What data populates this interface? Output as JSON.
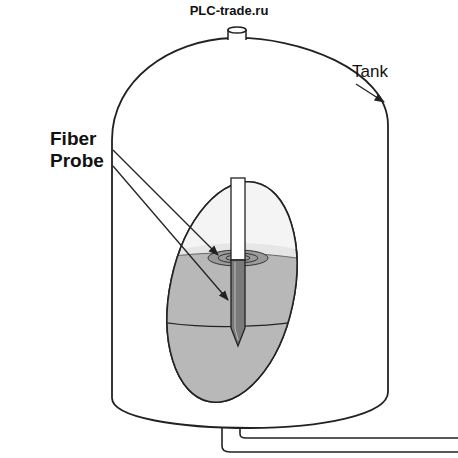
{
  "diagram": {
    "labels": [
      "PLC-trade.ru",
      "Fiber Probe",
      "Tank"
    ]
  }
}
